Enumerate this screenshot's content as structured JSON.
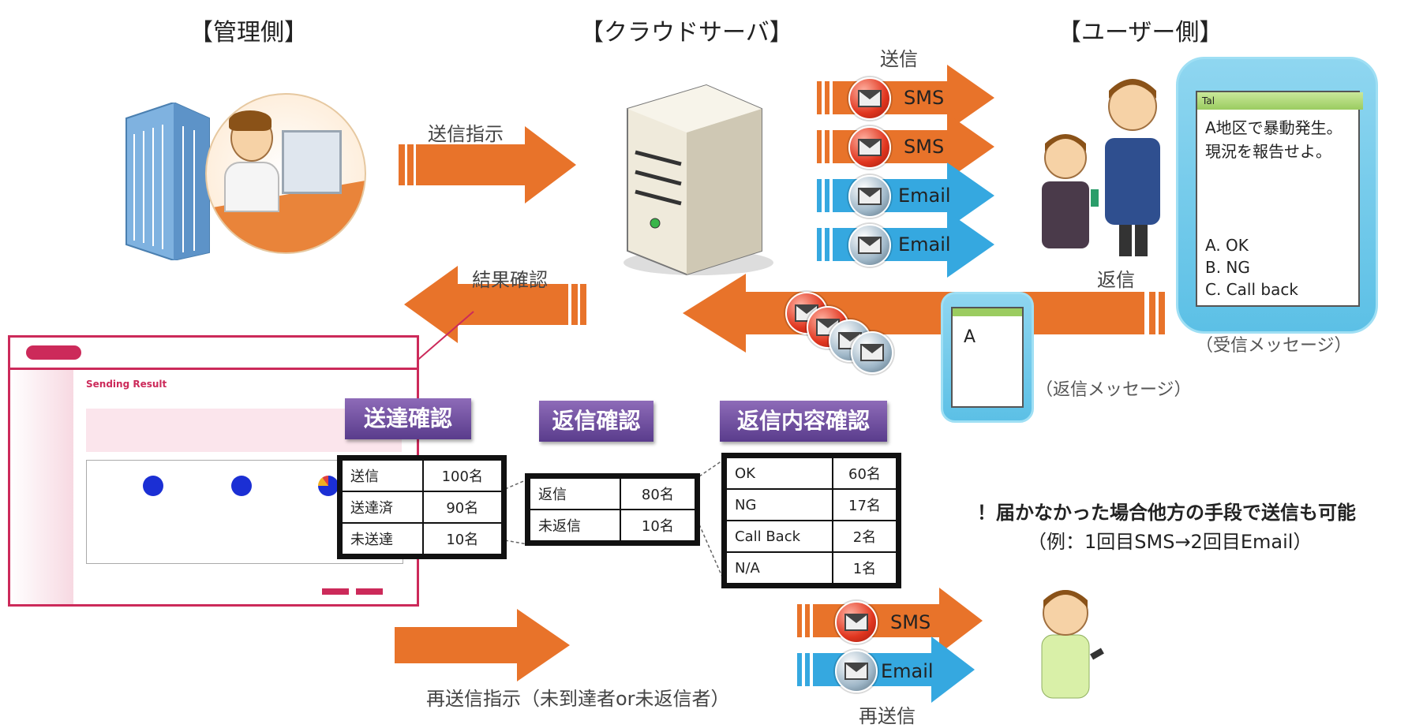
{
  "headers": {
    "admin": "【管理側】",
    "cloud": "【クラウドサーバ】",
    "user": "【ユーザー側】"
  },
  "labels": {
    "send_instruction": "送信指示",
    "result_check": "結果確認",
    "send": "送信",
    "reply": "返信",
    "received_message": "（受信メッセージ）",
    "reply_message": "（返信メッセージ）",
    "resend_instruction": "再送信指示（未到達者or未返信者）",
    "resend": "再送信"
  },
  "channels": {
    "send": [
      "SMS",
      "SMS",
      "Email",
      "Email"
    ],
    "resend": [
      "SMS",
      "Email"
    ]
  },
  "phone_message": {
    "signal": "Tal",
    "lines": [
      "A地区で暴動発生。現況を報告せよ。"
    ],
    "options": [
      "A. OK",
      "B. NG",
      "C. Call back"
    ]
  },
  "reply_phone": {
    "text": "A"
  },
  "boxes": {
    "delivery": "送達確認",
    "reply": "返信確認",
    "reply_content": "返信内容確認"
  },
  "tables": {
    "delivery": [
      [
        "送信",
        "100名"
      ],
      [
        "送達済",
        "90名"
      ],
      [
        "未送達",
        "10名"
      ]
    ],
    "reply": [
      [
        "返信",
        "80名"
      ],
      [
        "未返信",
        "10名"
      ]
    ],
    "reply_content": [
      [
        "OK",
        "60名"
      ],
      [
        "NG",
        "17名"
      ],
      [
        "Call Back",
        "2名"
      ],
      [
        "N/A",
        "1名"
      ]
    ]
  },
  "note": {
    "line1": "！届かなかった場合他方の手段で送信も可能",
    "line2": "（例：1回目SMS→2回目Email）"
  },
  "screenshot": {
    "title": "Sending Result"
  },
  "colors": {
    "orange": "#e8732a",
    "blue": "#35a8e0",
    "purple": "#6b4a9e",
    "pink": "#cc2a5a"
  }
}
